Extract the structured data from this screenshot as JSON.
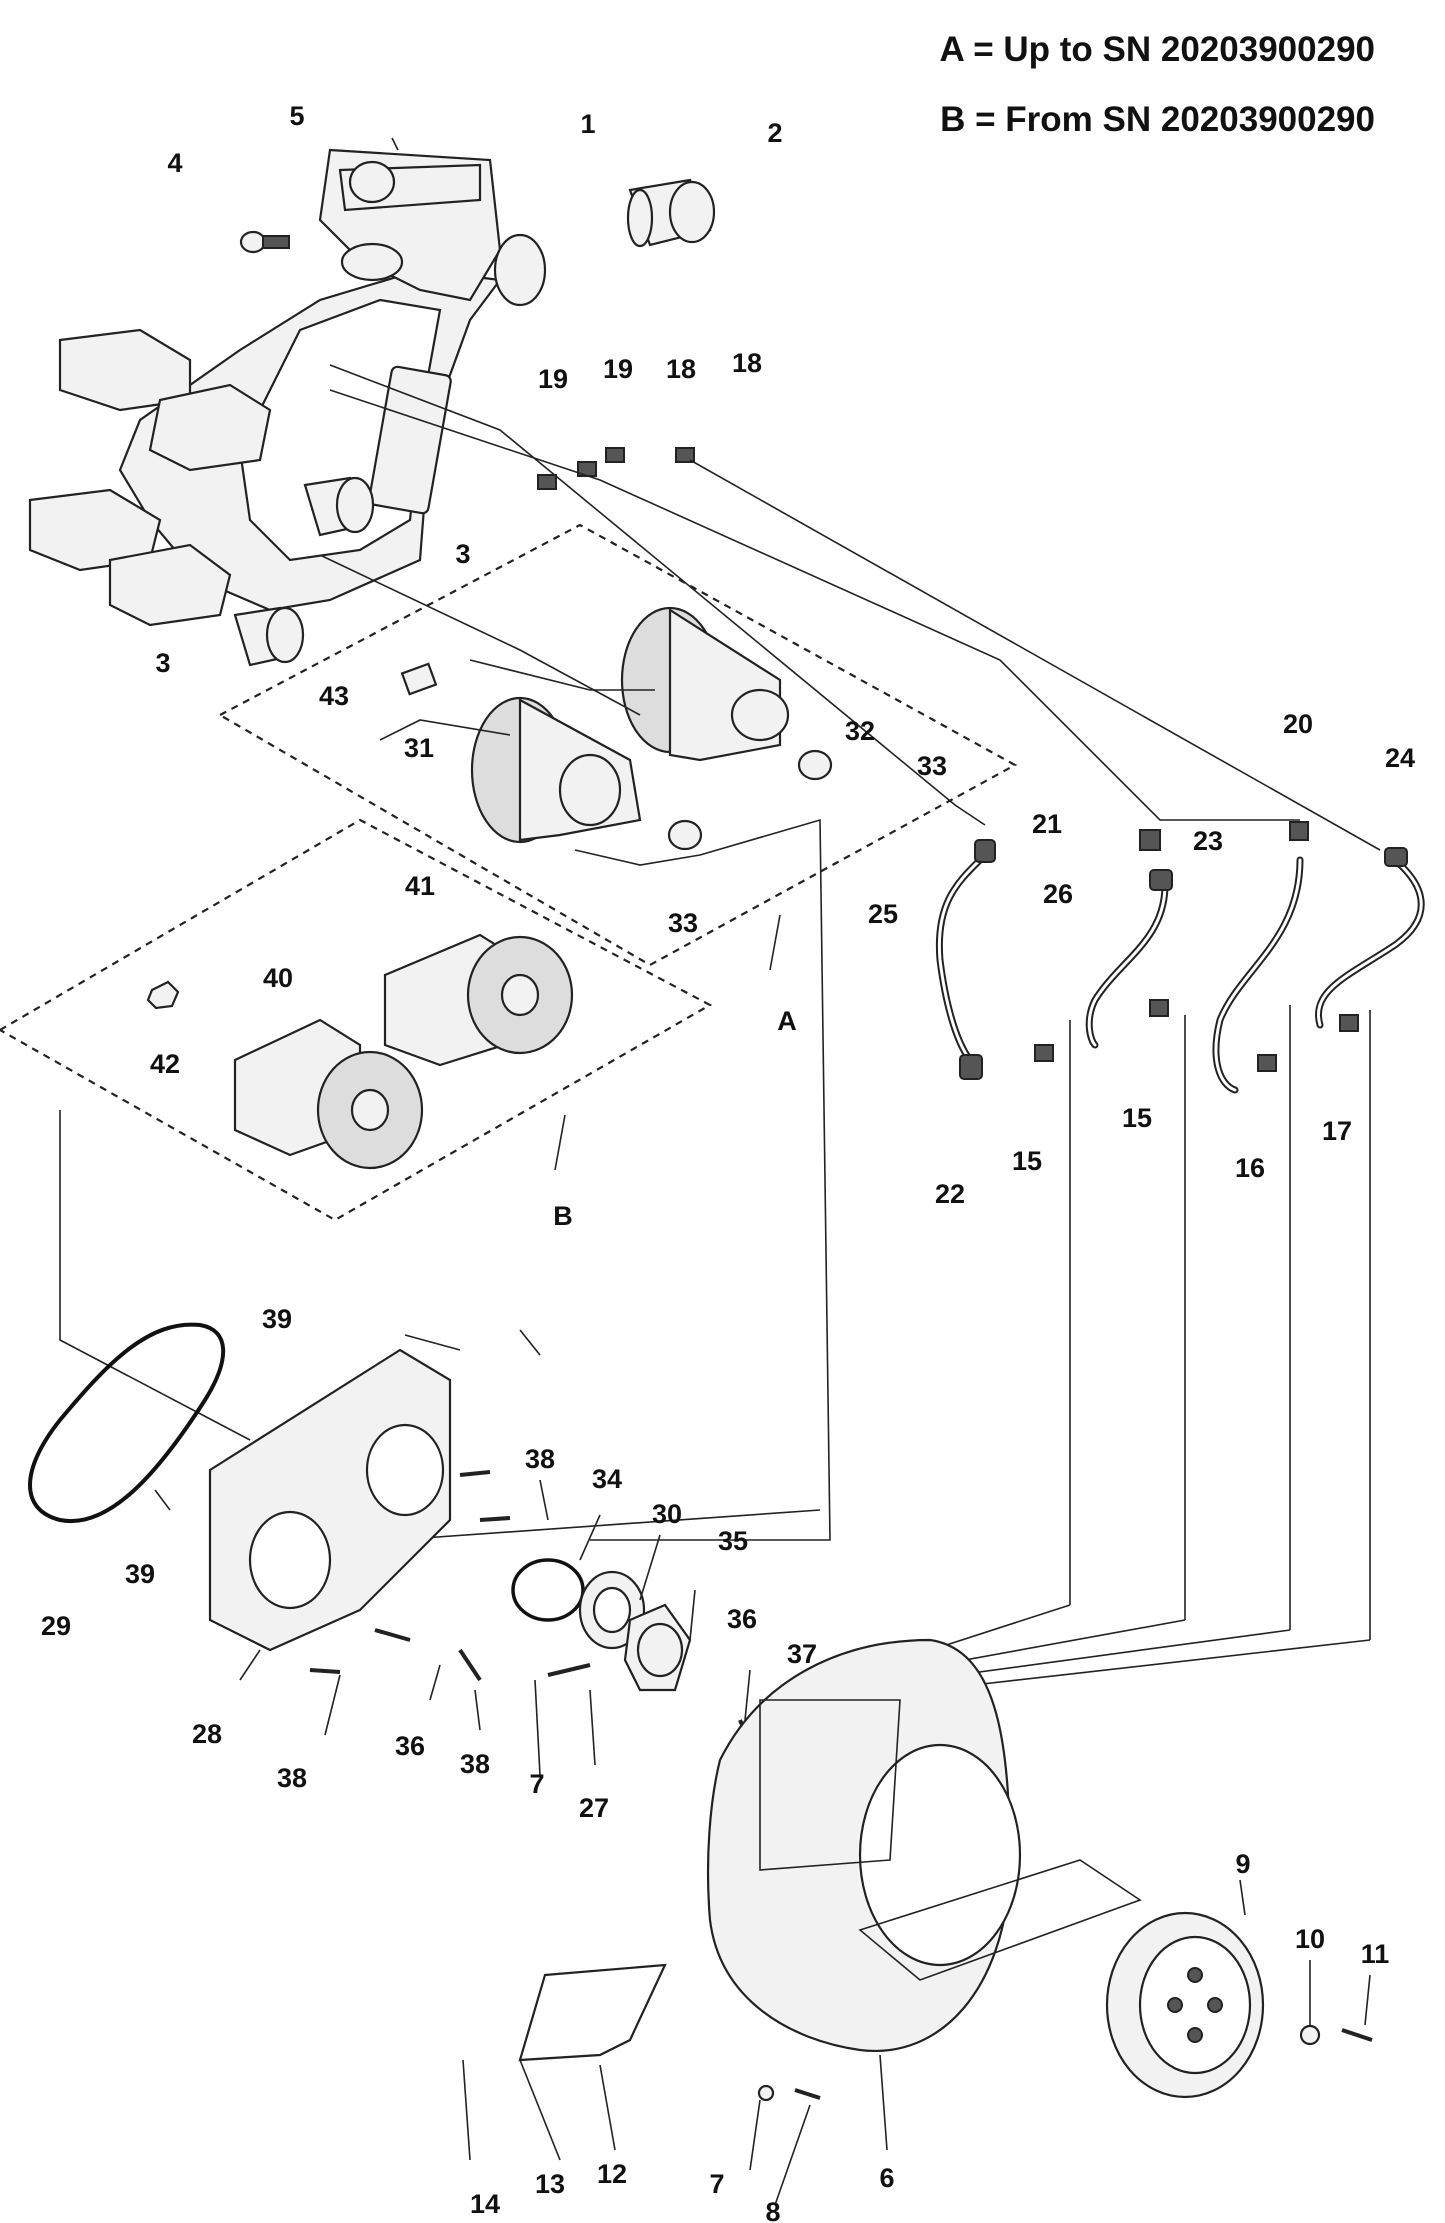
{
  "legend": {
    "a": "A = Up to SN 20203900290",
    "b": "B = From SN 20203900290"
  },
  "groups": {
    "a": "A",
    "b": "B"
  },
  "callouts": [
    {
      "id": "c5",
      "text": "5"
    },
    {
      "id": "c1",
      "text": "1"
    },
    {
      "id": "c2",
      "text": "2"
    },
    {
      "id": "c4",
      "text": "4"
    },
    {
      "id": "c19a",
      "text": "19"
    },
    {
      "id": "c19b",
      "text": "19"
    },
    {
      "id": "c18a",
      "text": "18"
    },
    {
      "id": "c18b",
      "text": "18"
    },
    {
      "id": "c3a",
      "text": "3"
    },
    {
      "id": "c3b",
      "text": "3"
    },
    {
      "id": "c43",
      "text": "43"
    },
    {
      "id": "c31",
      "text": "31"
    },
    {
      "id": "c32",
      "text": "32"
    },
    {
      "id": "c33a",
      "text": "33"
    },
    {
      "id": "c33b",
      "text": "33"
    },
    {
      "id": "c20",
      "text": "20"
    },
    {
      "id": "c24",
      "text": "24"
    },
    {
      "id": "c21",
      "text": "21"
    },
    {
      "id": "c23",
      "text": "23"
    },
    {
      "id": "c25",
      "text": "25"
    },
    {
      "id": "c26",
      "text": "26"
    },
    {
      "id": "c41",
      "text": "41"
    },
    {
      "id": "c40",
      "text": "40"
    },
    {
      "id": "c42",
      "text": "42"
    },
    {
      "id": "c15a",
      "text": "15"
    },
    {
      "id": "c15b",
      "text": "15"
    },
    {
      "id": "c16",
      "text": "16"
    },
    {
      "id": "c17",
      "text": "17"
    },
    {
      "id": "c22",
      "text": "22"
    },
    {
      "id": "c39a",
      "text": "39"
    },
    {
      "id": "c39b",
      "text": "39"
    },
    {
      "id": "c38a",
      "text": "38"
    },
    {
      "id": "c34",
      "text": "34"
    },
    {
      "id": "c30",
      "text": "30"
    },
    {
      "id": "c35",
      "text": "35"
    },
    {
      "id": "c36a",
      "text": "36"
    },
    {
      "id": "c37",
      "text": "37"
    },
    {
      "id": "c29",
      "text": "29"
    },
    {
      "id": "c28",
      "text": "28"
    },
    {
      "id": "c38b",
      "text": "38"
    },
    {
      "id": "c36b",
      "text": "36"
    },
    {
      "id": "c38c",
      "text": "38"
    },
    {
      "id": "c7a",
      "text": "7"
    },
    {
      "id": "c27",
      "text": "27"
    },
    {
      "id": "c9",
      "text": "9"
    },
    {
      "id": "c10",
      "text": "10"
    },
    {
      "id": "c11",
      "text": "11"
    },
    {
      "id": "c14",
      "text": "14"
    },
    {
      "id": "c13",
      "text": "13"
    },
    {
      "id": "c12",
      "text": "12"
    },
    {
      "id": "c7b",
      "text": "7"
    },
    {
      "id": "c8",
      "text": "8"
    },
    {
      "id": "c6",
      "text": "6"
    }
  ]
}
